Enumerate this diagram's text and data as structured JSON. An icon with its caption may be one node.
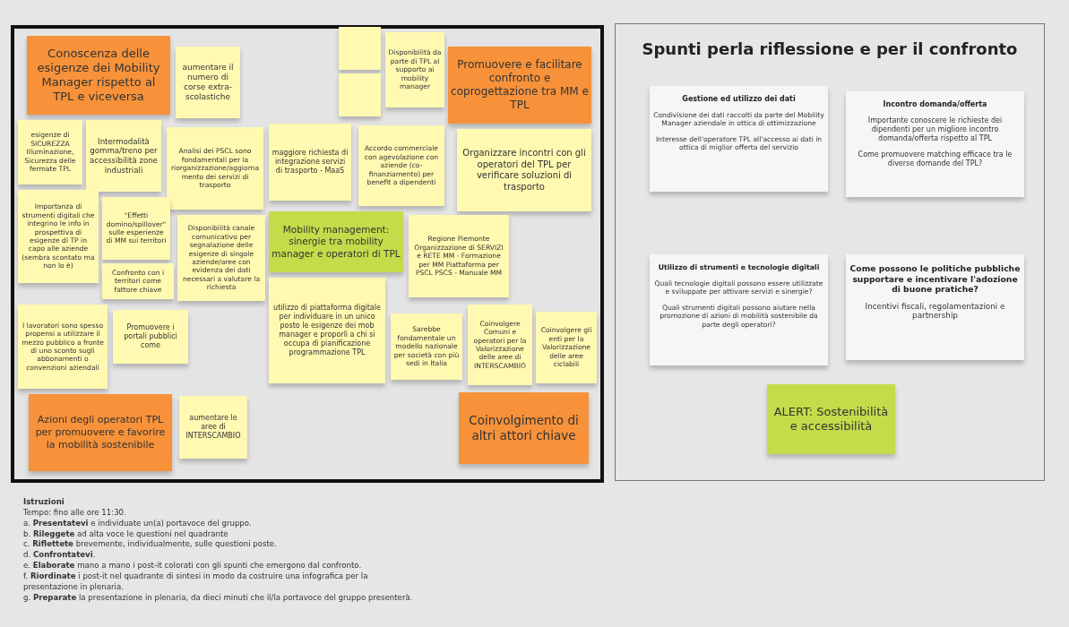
{
  "diagram": {
    "nodes": [
      {
        "text": [
          "Conoscenza delle esigenze dei Mobility Manager rispetto al TPL e viceversa"
        ]
      },
      {
        "text": [
          "aumentare il numero di corse extra-scolastiche"
        ]
      },
      {
        "text": [],
        "shape": "box"
      },
      {
        "text": [],
        "shape": "box"
      },
      {
        "text": [
          "Disponibilità da parte di TPL al supporto ai mobility manager"
        ]
      },
      {
        "text": [
          "Promuovere e facilitare confronto e coprogettazione tra MM e TPL"
        ]
      },
      {
        "text": [
          "esigenze di SICUREZZA Illuminazione, Sicurezza delle fermate TPL"
        ]
      },
      {
        "text": [
          "Intermodalità gomma/treno per accessibilità zone industriali"
        ]
      },
      {
        "text": [
          "Importanza di strumenti digitali che integrino le info in prospettiva di esigenze di TP in capo alle aziende (sembra scontato ma non lo è)"
        ]
      },
      {
        "text": [
          "Analisi dei PSCL sono fondamentali per la riorganizzazione/aggiornamento dei servizi di trasporto"
        ]
      },
      {
        "text": [
          "maggiore richiesta di integrazione servizi di trasporto - MaaS"
        ]
      },
      {
        "text": [
          "Accordo commerciale con agevolazione con aziende (co-finanziamento) per benefit a dipendenti"
        ]
      },
      {
        "text": [
          "Organizzare incontri con gli operatori del TPL per verificare soluzioni di trasporto"
        ]
      },
      {
        "text": [
          "\"Effetti domino/spillover\" sulle esperienze di MM sui territori"
        ]
      },
      {
        "text": [
          "Confronto con i territori come fattore chiave"
        ]
      },
      {
        "text": [
          "Disponibilità canale comunicativo per segnalazione delle esigenze di singole aziende/aree con evidenza dei dati necessari a valutare la richiesta"
        ]
      },
      {
        "text": [
          "Mobility management: sinergie tra mobility manager e operatori di TPL"
        ]
      },
      {
        "text": [
          "Regione Piemonte Organizzazione di SERVIZI e RETE MM - Formazione per MM Piattaforma per PSCL PSCS - Manuale MM"
        ]
      },
      {
        "text": [
          "I lavoratori sono spesso propensi a utilizzare il mezzo pubblico a fronte di uno sconto sugli abbonamenti o convenzioni aziendali"
        ]
      },
      {
        "text": [
          "Promuovere i portali pubblici come"
        ]
      },
      {
        "text": [
          "utilizzo di piattaforma digitale per individuare in un unico posto le esigenze dei mob manager e proporli a chi si occupa di pianificazione programmazione TPL"
        ]
      },
      {
        "text": [
          "Sarebbe fondamentale un modello nazionale per società con più sedi in Italia"
        ]
      },
      {
        "text": [
          "Coinvolgere Comuni e operatori per la Valorizzazione delle aree di INTERSCAMBIO"
        ]
      },
      {
        "text": [
          "Coinvolgere gli enti per la Valorizzazione delle aree ciclabili"
        ]
      },
      {
        "text": [
          "Azioni degli operatori TPL per promuovere e favorire la mobilità sostenibile"
        ]
      },
      {
        "text": [
          "aumentare le aree di INTERSCAMBIO"
        ]
      },
      {
        "text": [
          "Coinvolgimento di altri attori chiave"
        ]
      },
      {
        "text": [
          "Spunti perla riflessione e per il confronto"
        ]
      },
      {
        "text": [
          "Gestione ed utilizzo dei dati",
          "Condivisione dei dati raccolti da parte del Mobility Manager aziendale in ottica di ottimizzazione",
          "Interesse dell'operatore TPL all'accesso ai dati in ottica di miglior offerta del servizio"
        ],
        "in": 27
      },
      {
        "text": [
          "Incontro domanda/offerta",
          "Importante conoscere le richieste dei dipendenti per un migliore incontro domanda/offerta rispetto al TPL",
          "Come promuovere matching efficace tra le diverse domande del TPL?"
        ],
        "in": 27
      },
      {
        "text": [
          "Utilizzo di strumenti e tecnologie digitali",
          "Quali tecnologie digitali possono essere utilizzate e sviluppate per attivare servizi e sinergie?",
          "Quali strumenti digitali possono aiutare nella promozione di azioni di mobilità sostenibile da parte degli operatori?"
        ],
        "in": 27
      },
      {
        "text": [
          "Come possono le politiche pubbliche supportare e incentivare l'adozione di buone pratiche?",
          "Incentivi fiscali, regolamentazioni e partnership"
        ],
        "in": 27
      },
      {
        "text": [
          "ALERT: Sostenibilità e accessibilità"
        ],
        "in": 27
      }
    ],
    "labels": [
      "Istruzioni",
      "Tempo: fino alle ore 11:30.",
      "a. **Presentatevi** e individuate un(a) portavoce del gruppo.",
      "b. **Rileggete** ad alta voce le questioni nel quadrante",
      "c. **Riflettete** brevemente, individualmente, sulle questioni poste.",
      "d. **Confrontatevi**.",
      "e. **Elaborate** mano a mano i post-it colorati con gli spunti che emergono dal confronto.",
      "f. **Riordinate** i post-it nel quadrante di sintesi in modo da costruire una infografica per la presentazione in plenaria.",
      "g. **Preparate** la presentazione in plenaria, da dieci minuti che il/la portavoce del gruppo presenterà."
    ]
  }
}
